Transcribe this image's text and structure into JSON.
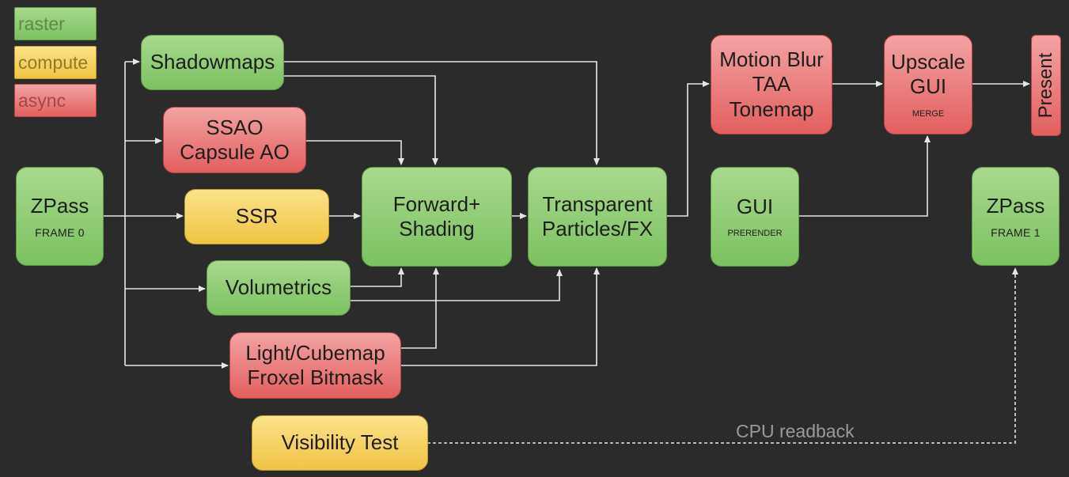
{
  "legend": {
    "raster": "raster",
    "compute": "compute",
    "async": "async"
  },
  "nodes": {
    "zpass0": {
      "title": "ZPass",
      "sub": "FRAME 0"
    },
    "shadowmaps": {
      "title": "Shadowmaps"
    },
    "ssao": {
      "line1": "SSAO",
      "line2": "Capsule AO"
    },
    "ssr": {
      "title": "SSR"
    },
    "volumetrics": {
      "title": "Volumetrics"
    },
    "froxel": {
      "line1": "Light/Cubemap",
      "line2": "Froxel Bitmask"
    },
    "visibility": {
      "title": "Visibility Test"
    },
    "forward": {
      "line1": "Forward+",
      "line2": "Shading"
    },
    "transparent": {
      "line1": "Transparent",
      "line2": "Particles/FX"
    },
    "motionblur": {
      "line1": "Motion Blur",
      "line2": "TAA",
      "line3": "Tonemap"
    },
    "gui": {
      "title": "GUI",
      "sub": "PRERENDER"
    },
    "upscale": {
      "line1": "Upscale",
      "line2": "GUI",
      "sub": "MERGE"
    },
    "present": {
      "title": "Present"
    },
    "zpass1": {
      "title": "ZPass",
      "sub": "FRAME 1"
    }
  },
  "annotations": {
    "cpu_readback": "CPU readback"
  },
  "colors": {
    "raster": "#7cc161",
    "compute": "#f0c444",
    "async": "#e35f5f",
    "background": "#2b2b2b",
    "wire": "#e6e6e6"
  }
}
